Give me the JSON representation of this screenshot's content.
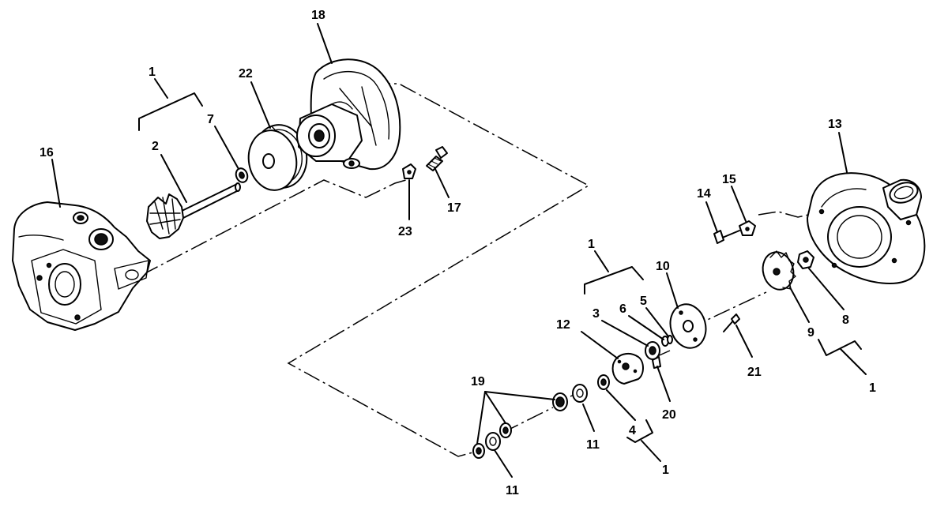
{
  "callouts": [
    {
      "id": "c-1a",
      "text": "1"
    },
    {
      "id": "c-2",
      "text": "2"
    },
    {
      "id": "c-7",
      "text": "7"
    },
    {
      "id": "c-22",
      "text": "22"
    },
    {
      "id": "c-18",
      "text": "18"
    },
    {
      "id": "c-16",
      "text": "16"
    },
    {
      "id": "c-23",
      "text": "23"
    },
    {
      "id": "c-17",
      "text": "17"
    },
    {
      "id": "c-13",
      "text": "13"
    },
    {
      "id": "c-14",
      "text": "14"
    },
    {
      "id": "c-15",
      "text": "15"
    },
    {
      "id": "c-1b",
      "text": "1"
    },
    {
      "id": "c-10",
      "text": "10"
    },
    {
      "id": "c-5",
      "text": "5"
    },
    {
      "id": "c-6",
      "text": "6"
    },
    {
      "id": "c-3",
      "text": "3"
    },
    {
      "id": "c-12",
      "text": "12"
    },
    {
      "id": "c-8",
      "text": "8"
    },
    {
      "id": "c-9",
      "text": "9"
    },
    {
      "id": "c-21",
      "text": "21"
    },
    {
      "id": "c-1c",
      "text": "1"
    },
    {
      "id": "c-20",
      "text": "20"
    },
    {
      "id": "c-19",
      "text": "19"
    },
    {
      "id": "c-11a",
      "text": "11"
    },
    {
      "id": "c-4",
      "text": "4"
    },
    {
      "id": "c-1d",
      "text": "1"
    },
    {
      "id": "c-11b",
      "text": "11"
    }
  ]
}
